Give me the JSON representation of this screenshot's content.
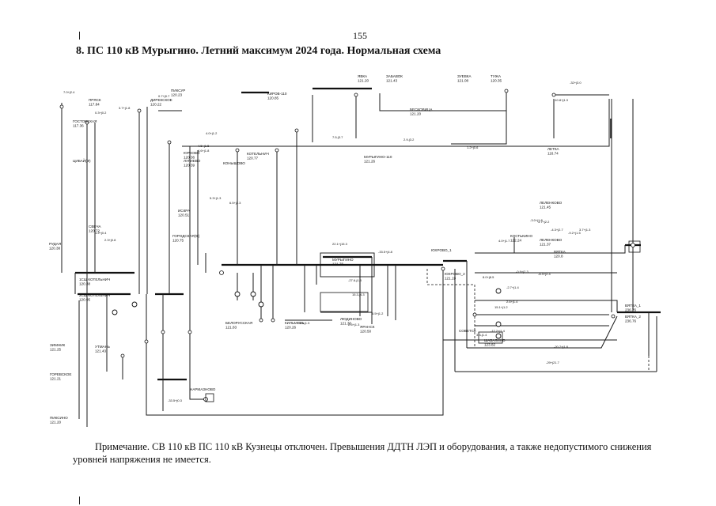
{
  "page": {
    "number": "155",
    "title": "8. ПС 110 кВ Мурыгино. Летний максимум 2024 года. Нормальная схема",
    "note": "Примечание. СВ 110 кВ ПС 110 кВ Кузнецы отключен. Превышения ДДТН ЛЭП и оборудования, а также недопустимого снижения уровней напряжения не имеется."
  },
  "diagram": {
    "substations": [
      {
        "name": "ГОСТОВСКАЯ",
        "v": "117.36"
      },
      {
        "name": "ЦИБАЙ(Ф)",
        "v": ""
      },
      {
        "name": "ПРЯСК",
        "v": "117.84"
      },
      {
        "name": "СВЕЧА",
        "v": "120.72"
      },
      {
        "name": "РУДАЯ",
        "v": "120.38"
      },
      {
        "name": "1СШ КОТЕЛЬНИЧ",
        "v": "120.38"
      },
      {
        "name": "2СШ КОТЕЛЬНИЧ",
        "v": "120.95"
      },
      {
        "name": "ПИКСУР",
        "v": "120.23"
      },
      {
        "name": "ДИРЕКСКОЕ",
        "v": "120.22"
      },
      {
        "name": "ЮРКОВО",
        "v": "120.36"
      },
      {
        "name": "ЛУГИЕВО",
        "v": "120.39"
      },
      {
        "name": "КОНЫШОВО",
        "v": ""
      },
      {
        "name": "КОТЕЛЬНИЧ",
        "v": "120.77"
      },
      {
        "name": "ГОРОДСКАЯ(Ф)",
        "v": "120.75"
      },
      {
        "name": "ИСКРА",
        "v": "120.51"
      },
      {
        "name": "МУРЫГИНО",
        "v": "121.76"
      },
      {
        "name": "КИРОВ-110",
        "v": "120.85"
      },
      {
        "name": "МУРЫГИНО-110",
        "v": "121.26"
      },
      {
        "name": "БЕСКОВИЦА",
        "v": "121.20"
      },
      {
        "name": "ЯВКА",
        "v": "121.20"
      },
      {
        "name": "ЗАБАВОК",
        "v": "121.43"
      },
      {
        "name": "ЗУЕВКА",
        "v": "121.08"
      },
      {
        "name": "ТУЖА",
        "v": "120.35"
      },
      {
        "name": "ЛЕТКА",
        "v": "116.74"
      },
      {
        "name": "ЛЕЛЕНКОВО",
        "v": "121.45"
      },
      {
        "name": "ЛЕЛЕНКОВО",
        "v": "121.37"
      },
      {
        "name": "КОСТЬКИНО",
        "v": "122.24"
      },
      {
        "name": "ЛЮДИНОВО",
        "v": "121.30"
      },
      {
        "name": "КИЛЬМЕЗЬ",
        "v": "120.26"
      },
      {
        "name": "БЕЛОРУССКАЯ",
        "v": "121.83"
      },
      {
        "name": "ЯРАНСК",
        "v": "120.50"
      },
      {
        "name": "ВЯТКА_1",
        "v": "236.76"
      },
      {
        "name": "ВЯТКА_2",
        "v": "236.76"
      },
      {
        "name": "ШАБАЛИНО",
        "v": "123.82"
      },
      {
        "name": "ЮХРОВО_2",
        "v": "121.19"
      },
      {
        "name": "ЮХРОВО_1",
        "v": ""
      },
      {
        "name": "НАРМАЗНОВО",
        "v": ""
      },
      {
        "name": "ВЯТКА",
        "v": "120.8"
      },
      {
        "name": "СОВЕТСК",
        "v": ""
      },
      {
        "name": "ЗИМНИК",
        "v": "121.25"
      },
      {
        "name": "ГОРЕВСКОЕ",
        "v": "121.21"
      },
      {
        "name": "УТМАНЬ",
        "v": "121.43"
      },
      {
        "name": "ПИКСИНО",
        "v": "121.20"
      }
    ],
    "flows": [
      "7.0+j2.4",
      "3.7+j1.8",
      "0.3+j0.2",
      "0.7+j0.7",
      "1.2+j0.4",
      "2.3+j0.8",
      "4.0+j1.2",
      "4.5+j1.5",
      "7.5-j3.7",
      "2.9-j3.2",
      "1.2+j0.6",
      "22.1+j15.3",
      "-33.5+j4.8",
      "-27.6-j1.8",
      "15.3-j4.3",
      "15.1+j1.2",
      "6.5+j2.3",
      "5.3+j1.3",
      "5.5-j1.5",
      "2.5+j1.3",
      "5.5+j1.2",
      "3.3-j1.4",
      "-32+j3.0",
      "-10.8+j1.3",
      "-4.3+j2.7",
      "-3.0+j1.8",
      "-9.2+j1.5",
      "3.7+j1.3",
      "3.7+j2.2",
      "-0.9+j2.3",
      "-8.3+j2.4",
      "-2.7+j1.4",
      "-20.7+j1.8",
      "-12.2+j1.4",
      "4.6+j1.8",
      "-29+j21.7",
      "-33.5+j0.3",
      "2.6+j1.4",
      "8.0+j8.5",
      "4.0+j1.7"
    ]
  },
  "colors": {
    "ink": "#111111",
    "paper": "#ffffff"
  }
}
